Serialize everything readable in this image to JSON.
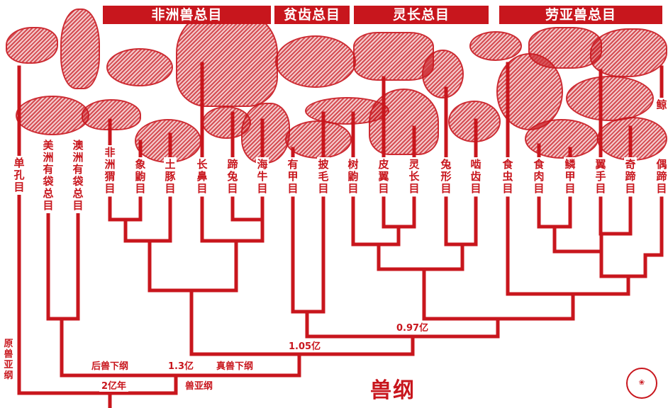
{
  "header_bars": [
    {
      "label": "非洲兽总目"
    },
    {
      "label": "贫齿总目"
    },
    {
      "label": "灵长总目"
    },
    {
      "label": "劳亚兽总目"
    }
  ],
  "orders": [
    {
      "id": "monotremata",
      "label": "单孔目"
    },
    {
      "id": "ameridelphia",
      "label": "美洲有袋总目"
    },
    {
      "id": "australidelphia",
      "label": "澳洲有袋总目"
    },
    {
      "id": "afrosoricida",
      "label": "非洲猬目"
    },
    {
      "id": "macroscelidea",
      "label": "象鼩目"
    },
    {
      "id": "tubulidentata",
      "label": "土豚目"
    },
    {
      "id": "proboscidea",
      "label": "长鼻目"
    },
    {
      "id": "hyracoidea",
      "label": "蹄兔目"
    },
    {
      "id": "sirenia",
      "label": "海牛目"
    },
    {
      "id": "cingulata",
      "label": "有甲目"
    },
    {
      "id": "pilosa",
      "label": "披毛目"
    },
    {
      "id": "scandentia",
      "label": "树鼩目"
    },
    {
      "id": "dermoptera",
      "label": "皮翼目"
    },
    {
      "id": "primates",
      "label": "灵长目"
    },
    {
      "id": "lagomorpha",
      "label": "兔形目"
    },
    {
      "id": "rodentia",
      "label": "啮齿目"
    },
    {
      "id": "eulipotyphla",
      "label": "食虫目"
    },
    {
      "id": "carnivora",
      "label": "食肉目"
    },
    {
      "id": "pholidota",
      "label": "鳞甲目"
    },
    {
      "id": "chiroptera",
      "label": "翼手目"
    },
    {
      "id": "perissodactyla",
      "label": "奇蹄目"
    },
    {
      "id": "artiodactyla",
      "label": "偶蹄目"
    },
    {
      "id": "cetacea",
      "label": "鲸"
    }
  ],
  "node_labels": {
    "prototheria": "原兽亚纲",
    "metatheria": "后兽下纲",
    "eutheria": "真兽下纲",
    "theria": "兽亚纲",
    "age_200": "2亿年",
    "age_130": "1.3亿",
    "age_105": "1.05亿",
    "age_097": "0.97亿"
  },
  "title": "兽纲",
  "colors": {
    "accent": "#c8161d",
    "background": "#ffffff"
  }
}
